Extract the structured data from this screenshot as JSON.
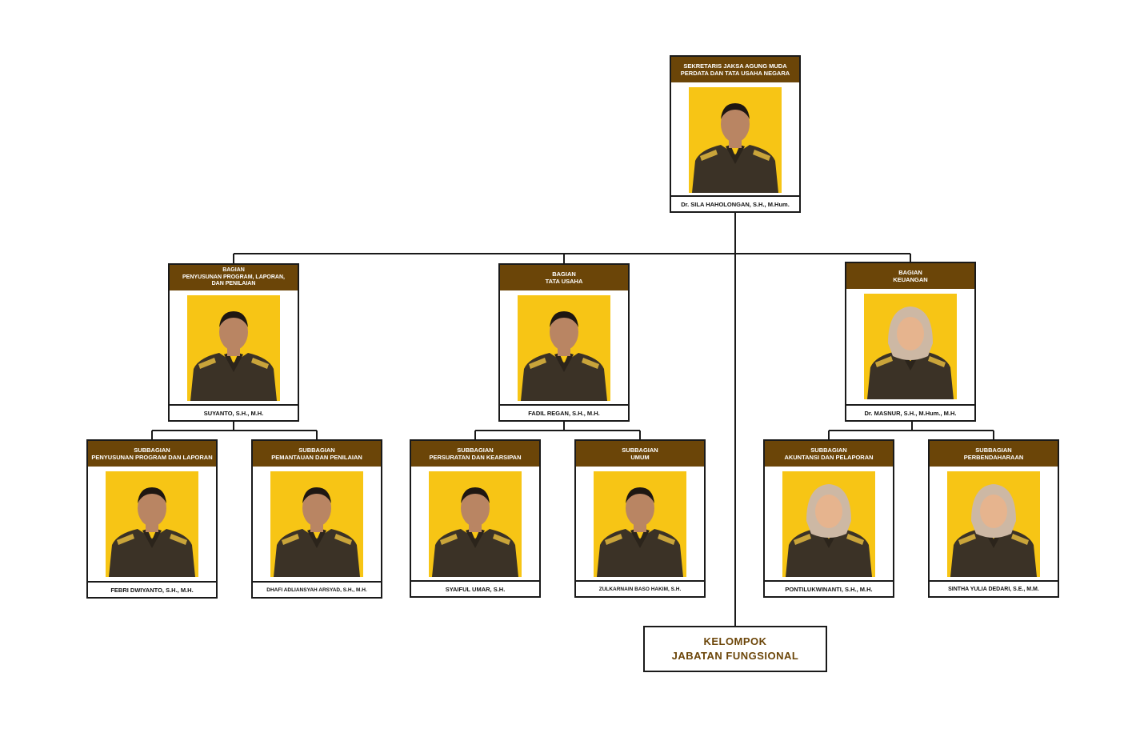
{
  "colors": {
    "title_bg": "#6b4508",
    "title_text": "#ffffff",
    "border": "#1a1a1a",
    "photo_bg": "#f7c515",
    "uniform": "#3b3226",
    "fungsional_text": "#6b4508"
  },
  "top": {
    "title_lines": [
      "SEKRETARIS JAKSA AGUNG MUDA",
      "PERDATA DAN TATA USAHA NEGARA"
    ],
    "name": "Dr. SILA HAHOLONGAN, S.H., M.Hum.",
    "photo_icon": "person-portrait"
  },
  "bagian": [
    {
      "title_lines": [
        "BAGIAN",
        "PENYUSUNAN PROGRAM, LAPORAN,",
        "DAN PENILAIAN"
      ],
      "name": "SUYANTO, S.H., M.H.",
      "photo_icon": "person-portrait"
    },
    {
      "title_lines": [
        "BAGIAN",
        "TATA USAHA"
      ],
      "name": "FADIL REGAN, S.H., M.H.",
      "photo_icon": "person-portrait"
    },
    {
      "title_lines": [
        "BAGIAN",
        "KEUANGAN"
      ],
      "name": "Dr. MASNUR, S.H., M.Hum., M.H.",
      "photo_icon": "person-portrait-hijab"
    }
  ],
  "subbagian": [
    {
      "title_lines": [
        "SUBBAGIAN",
        "PENYUSUNAN PROGRAM DAN LAPORAN"
      ],
      "name": "FEBRI DWIYANTO, S.H., M.H.",
      "photo_icon": "person-portrait"
    },
    {
      "title_lines": [
        "SUBBAGIAN",
        "PEMANTAUAN DAN PENILAIAN"
      ],
      "name": "DHAFI ADLIANSYAH ARSYAD, S.H., M.H.",
      "photo_icon": "person-portrait"
    },
    {
      "title_lines": [
        "SUBBAGIAN",
        "PERSURATAN DAN KEARSIPAN"
      ],
      "name": "SYAIFUL UMAR, S.H.",
      "photo_icon": "person-portrait"
    },
    {
      "title_lines": [
        "SUBBAGIAN",
        "UMUM"
      ],
      "name": "ZULKARNAIN BASO HAKIM, S.H.",
      "photo_icon": "person-portrait"
    },
    {
      "title_lines": [
        "SUBBAGIAN",
        "AKUNTANSI DAN PELAPORAN"
      ],
      "name": "PONTILUKWINANTI, S.H., M.H.",
      "photo_icon": "person-portrait-hijab"
    },
    {
      "title_lines": [
        "SUBBAGIAN",
        "PERBENDAHARAAN"
      ],
      "name": "SINTHA YULIA DEDARI, S.E., M.M.",
      "photo_icon": "person-portrait-hijab"
    }
  ],
  "fungsional": {
    "lines": [
      "KELOMPOK",
      "JABATAN FUNGSIONAL"
    ]
  }
}
